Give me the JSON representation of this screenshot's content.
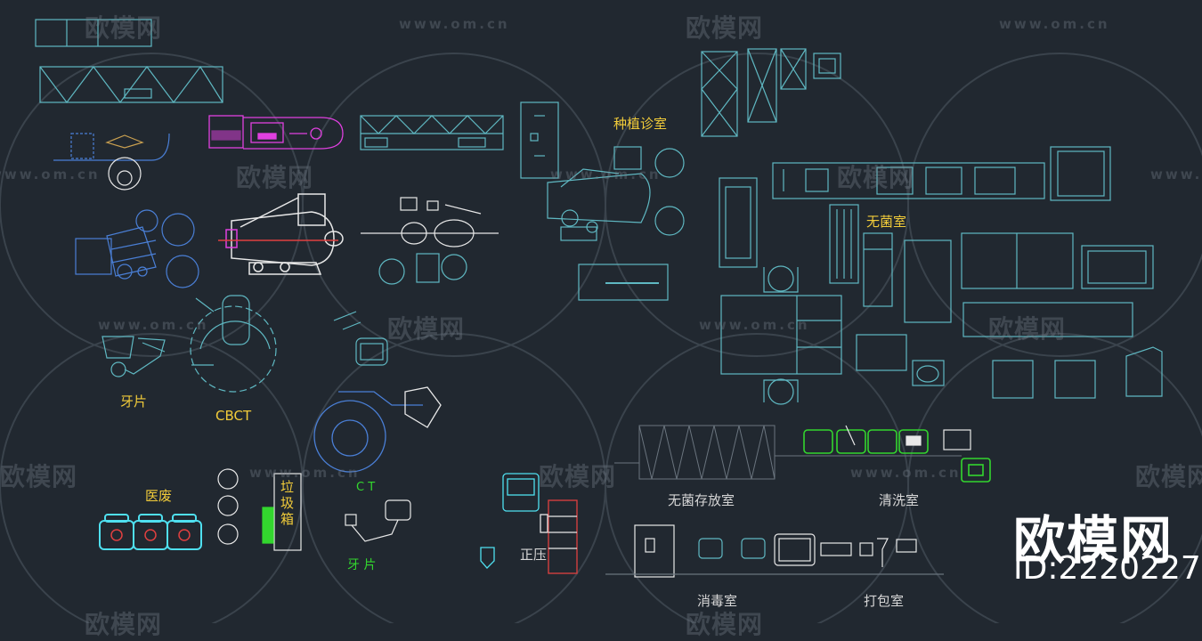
{
  "labels": {
    "implant_room": "种植诊室",
    "sterile_room": "无菌室",
    "dental_film_1": "牙片",
    "cbct": "CBCT",
    "medical_waste": "医废",
    "trash_bin": "垃\n圾\n箱",
    "ct": "C T",
    "dental_film_2": "牙 片",
    "sterile_storage": "无菌存放室",
    "cleaning_room": "清洗室",
    "positive_pressure": "正压",
    "disinfection_room": "消毒室",
    "packing_room": "打包室"
  },
  "watermark": {
    "logo_text": "欧模网",
    "url_text": "www.om.cn"
  },
  "brand": {
    "name": "欧模网",
    "id": "ID:2220227"
  },
  "colors": {
    "background": "#212830",
    "cad_cyan": "#5fb8c2",
    "cad_yellow": "#f2cc3a",
    "cad_green": "#33d62e",
    "cad_magenta": "#e040e0",
    "cad_blue": "#4a7fd6",
    "cad_white": "#e8e8e8",
    "cad_red": "#e04040"
  }
}
